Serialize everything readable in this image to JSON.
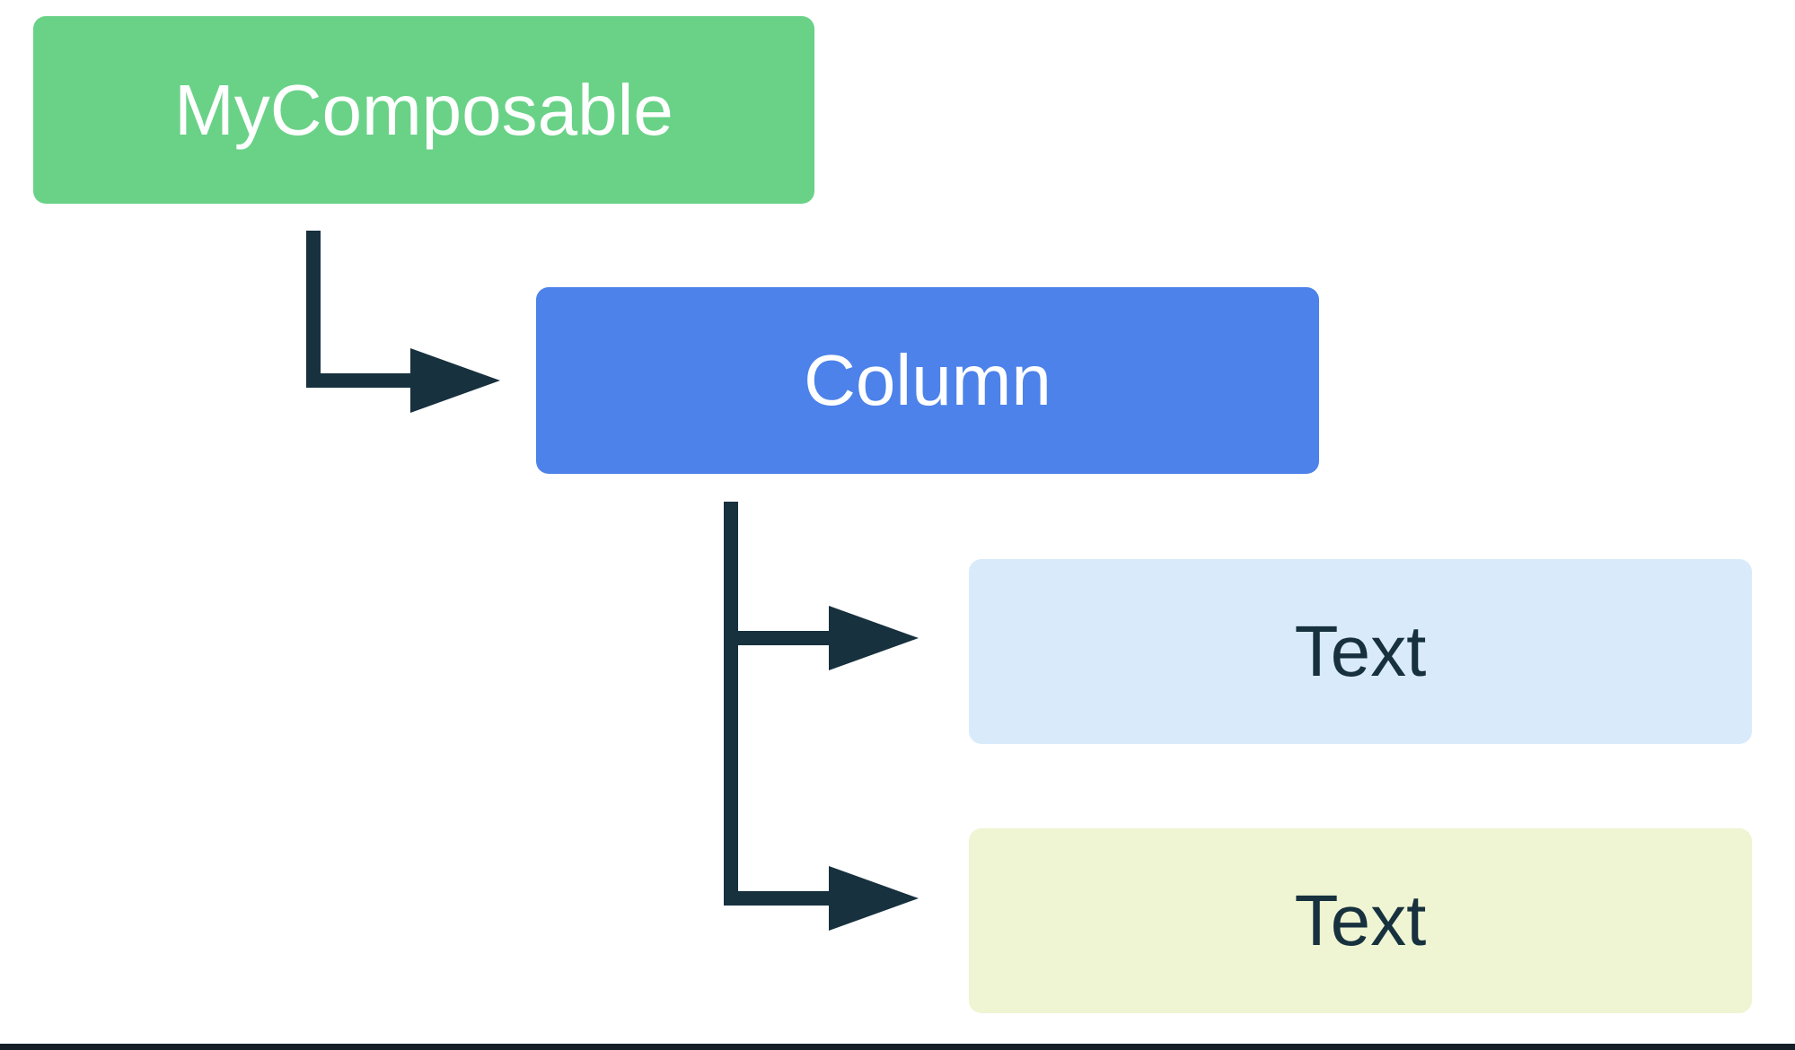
{
  "diagram": {
    "type": "tree-hierarchy",
    "description": "UI composition hierarchy: MyComposable contains a Column which contains two Text children",
    "nodes": [
      {
        "id": "mycomposable",
        "label": "MyComposable",
        "bg": "#69D287",
        "text_color": "#FFFFFF"
      },
      {
        "id": "column",
        "label": "Column",
        "bg": "#4D82EA",
        "text_color": "#FFFFFF"
      },
      {
        "id": "text-1",
        "label": "Text",
        "bg": "#D9EAFB",
        "text_color": "#17313E"
      },
      {
        "id": "text-2",
        "label": "Text",
        "bg": "#EFF4D2",
        "text_color": "#17313E"
      }
    ],
    "edges": [
      {
        "from": "mycomposable",
        "to": "column"
      },
      {
        "from": "column",
        "to": "text-1"
      },
      {
        "from": "column",
        "to": "text-2"
      }
    ],
    "colors": {
      "connector": "#17313E",
      "bottom_rule": "#141F28",
      "background": "#FFFFFF"
    }
  }
}
